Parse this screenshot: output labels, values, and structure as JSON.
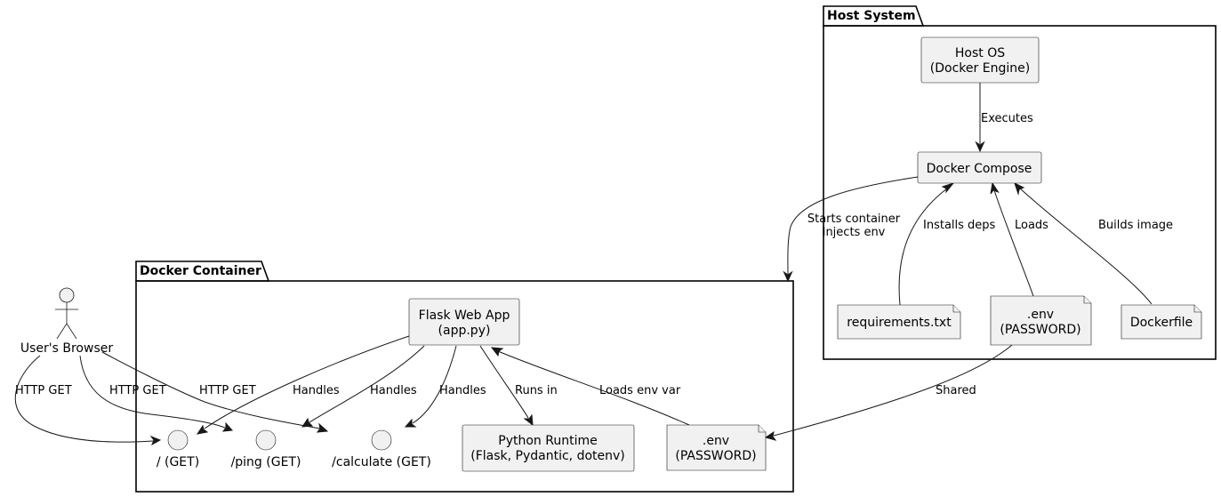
{
  "packages": {
    "host_system": "Host System",
    "docker_container": "Docker Container"
  },
  "actor": {
    "label": "User's Browser"
  },
  "nodes": {
    "host_os": [
      "Host OS",
      "(Docker Engine)"
    ],
    "docker_compose": [
      "Docker Compose"
    ],
    "requirements": [
      "requirements.txt"
    ],
    "env_host": [
      ".env",
      "(PASSWORD)"
    ],
    "dockerfile": [
      "Dockerfile"
    ],
    "flask_app": [
      "Flask Web App",
      "(app.py)"
    ],
    "python_runtime": [
      "Python Runtime",
      "(Flask, Pydantic, dotenv)"
    ],
    "env_container": [
      ".env",
      "(PASSWORD)"
    ]
  },
  "endpoints": {
    "root": "/ (GET)",
    "ping": "/ping (GET)",
    "calculate": "/calculate (GET)"
  },
  "edges": {
    "executes": [
      "Executes"
    ],
    "starts_container": [
      "Starts container",
      "Injects env"
    ],
    "installs_deps": [
      "Installs deps"
    ],
    "loads": [
      "Loads"
    ],
    "builds_image": [
      "Builds image"
    ],
    "shared": [
      "Shared"
    ],
    "http_get_root": [
      "HTTP GET"
    ],
    "http_get_ping": [
      "HTTP GET"
    ],
    "http_get_calc": [
      "HTTP GET"
    ],
    "handles_root": [
      "Handles"
    ],
    "handles_ping": [
      "Handles"
    ],
    "handles_calc": [
      "Handles"
    ],
    "runs_in": [
      "Runs in"
    ],
    "loads_env_var": [
      "Loads env var"
    ]
  },
  "colors": {
    "node_fill": "#f1f1f1",
    "line": "#181818",
    "background": "#ffffff"
  }
}
